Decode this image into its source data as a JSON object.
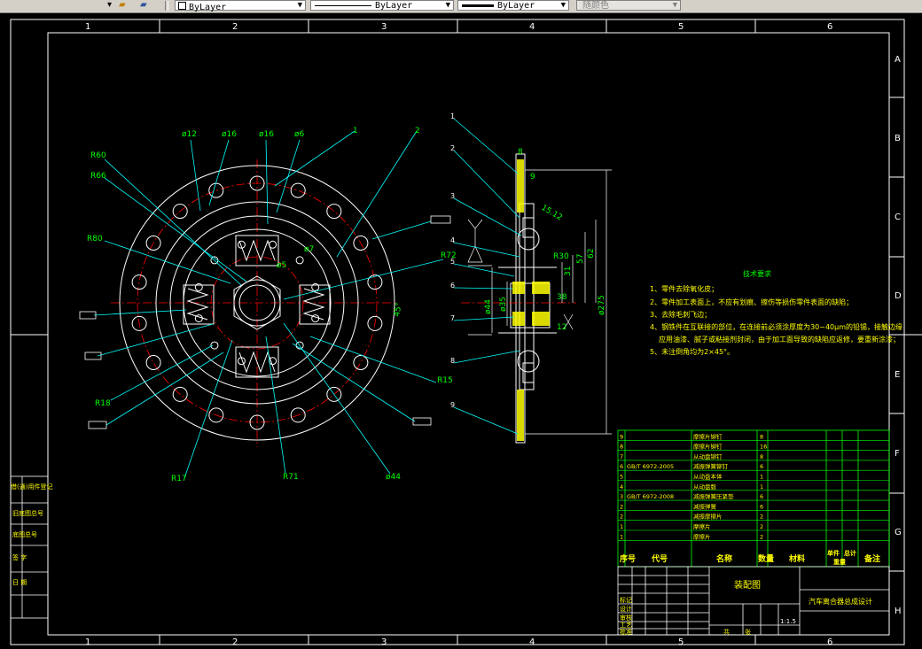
{
  "toolbar": {
    "layer_combo": "ByLayer",
    "linetype_combo": "ByLayer",
    "lineweight_combo": "ByLayer",
    "color_combo": "随颜色"
  },
  "frame": {
    "columns": [
      "1",
      "2",
      "3",
      "4",
      "5",
      "6"
    ],
    "rows": [
      "A",
      "B",
      "C",
      "D",
      "E",
      "F",
      "G",
      "H"
    ]
  },
  "front_view": {
    "labels": {
      "d12": "ø12",
      "d16a": "ø16",
      "d16b": "ø16",
      "d6": "ø6",
      "r60": "R60",
      "r66": "R66",
      "r80": "R80",
      "r72": "R72",
      "r15": "R15",
      "r18": "R18",
      "r17": "R17",
      "r71": "R71",
      "d44": "ø44",
      "d5": "ø5",
      "d7": "ø7",
      "ang": "45°",
      "balloon1": "1",
      "balloon2": "2"
    }
  },
  "section_view": {
    "dims": {
      "d275": "ø275",
      "d44": "ø44",
      "d35": "ø35",
      "r30": "R30",
      "n57": "57",
      "n62": "62",
      "n31": "31",
      "n38": "38",
      "n12": "12",
      "n8": "8",
      "n9": "9",
      "n1512": "15.12"
    },
    "balloons": [
      "1",
      "2",
      "3",
      "4",
      "5",
      "6",
      "7",
      "8",
      "9"
    ]
  },
  "notes": {
    "title": "技术要求",
    "lines": [
      "1、零件去除氧化皮；",
      "2、零件加工表面上，不应有划痕、擦伤等损伤零件表面的缺陷；",
      "3、去除毛刺飞边；",
      "4、钢铁件在互联接的部位，在连接前必须涂厚度为30~40μm的铅锡，接触边缘",
      "应用油漆、腻子或粘接剂封闭，由于加工面导致的缺陷应返修，要重新涂漆；",
      "5、未注倒角均为2×45°。"
    ]
  },
  "bom": {
    "rows": [
      {
        "no": "9",
        "code": "",
        "name": "摩擦片铆钉",
        "qty": "8"
      },
      {
        "no": "8",
        "code": "",
        "name": "摩擦片铆钉",
        "qty": "16"
      },
      {
        "no": "7",
        "code": "",
        "name": "从动盘铆钉",
        "qty": "8"
      },
      {
        "no": "6",
        "code": "GB/T 6972-2005",
        "name": "减振弹簧铆钉",
        "qty": "6"
      },
      {
        "no": "5",
        "code": "",
        "name": "从动盘本体",
        "qty": "1"
      },
      {
        "no": "4",
        "code": "",
        "name": "从动盘毂",
        "qty": "1"
      },
      {
        "no": "3",
        "code": "GB/T 6972-2008",
        "name": "减振弹簧压紧垫",
        "qty": "6"
      },
      {
        "no": "2",
        "code": "",
        "name": "减振弹簧",
        "qty": "6"
      },
      {
        "no": "2",
        "code": "",
        "name": "减振摩擦片",
        "qty": "2"
      },
      {
        "no": "1",
        "code": "",
        "name": "摩擦片",
        "qty": "2"
      },
      {
        "no": "1",
        "code": "",
        "name": "摩擦片",
        "qty": "2"
      }
    ],
    "header": {
      "no": "序号",
      "code": "代号",
      "name": "名称",
      "qty": "数量",
      "material": "材料",
      "single": "单件",
      "total": "总计",
      "weight": "重量",
      "remark": "备注"
    }
  },
  "title_block": {
    "drawing_name": "装配图",
    "project": "汽车离合器总成设计",
    "scale": "1:1.5",
    "sheet_a": "共",
    "sheet_b": "张",
    "row_labels": [
      "标记",
      "设计",
      "审核",
      "工艺",
      "批准"
    ]
  },
  "left_strip": [
    "借(通)用件登记",
    "旧底图总号",
    "底图总号",
    "签 字",
    "日 期"
  ]
}
